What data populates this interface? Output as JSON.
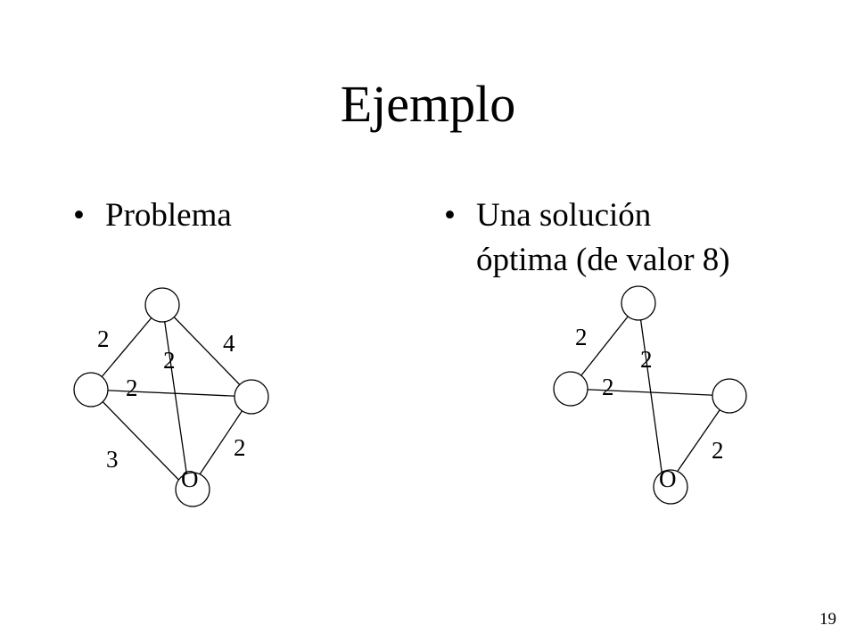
{
  "title": "Ejemplo",
  "bullet_glyph": "•",
  "left_bullet": "Problema",
  "right_bullet_lines": [
    "Una solución",
    "óptima (de valor 8)"
  ],
  "page_number": "19",
  "graphs": {
    "problem": {
      "origin_label": "O",
      "edge_weights": {
        "top_left": "2",
        "top_right": "4",
        "top_origin": "2",
        "left_right": "2",
        "left_origin": "3",
        "right_origin": "2"
      }
    },
    "solution": {
      "origin_label": "O",
      "edge_weights": {
        "top_left": "2",
        "top_origin": "2",
        "left_right": "2",
        "right_origin": "2"
      }
    }
  },
  "colors": {
    "background": "#ffffff",
    "ink": "#000000"
  }
}
